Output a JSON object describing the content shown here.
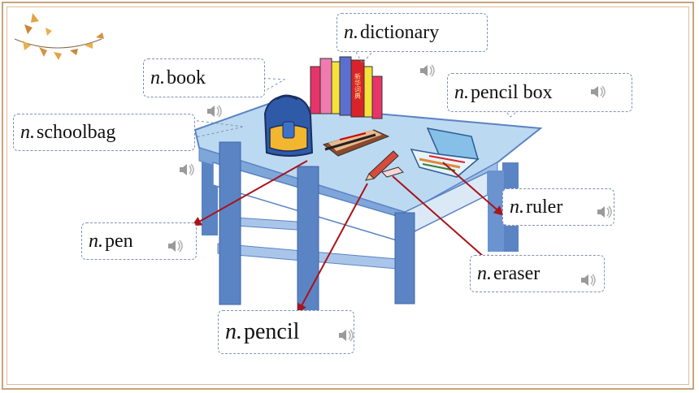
{
  "words": [
    {
      "id": "dictionary",
      "pos": "n.",
      "word": "dictionary"
    },
    {
      "id": "book",
      "pos": "n.",
      "word": "book"
    },
    {
      "id": "pencil-box",
      "pos": "n.",
      "word": "pencil box"
    },
    {
      "id": "schoolbag",
      "pos": "n.",
      "word": "schoolbag"
    },
    {
      "id": "ruler",
      "pos": "n.",
      "word": "ruler"
    },
    {
      "id": "pen",
      "pos": "n.",
      "word": "pen"
    },
    {
      "id": "eraser",
      "pos": "n.",
      "word": "eraser"
    },
    {
      "id": "pencil",
      "pos": "n.",
      "word": "pencil"
    }
  ],
  "dictionary_spine_text": "新华词典",
  "colors": {
    "frame": "#c9a37a",
    "label_border": "#7f93b0",
    "arrow": "#a8141a",
    "desk_top": "#bcd9f2",
    "desk_leg": "#5b84c4"
  }
}
